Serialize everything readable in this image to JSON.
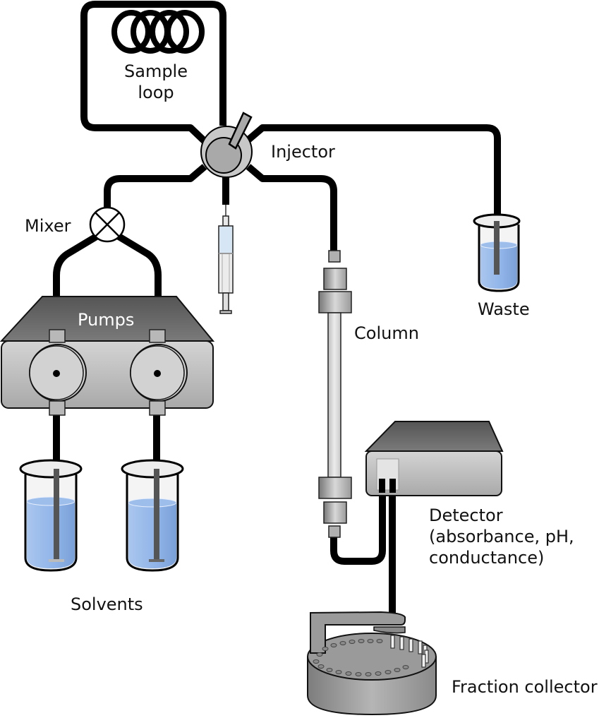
{
  "diagram": {
    "title": "Liquid chromatography system",
    "labels": {
      "sample_loop": [
        "Sample",
        "loop"
      ],
      "injector": "Injector",
      "mixer": "Mixer",
      "pumps": "Pumps",
      "waste": "Waste",
      "column": "Column",
      "detector": [
        "Detector",
        "(absorbance, pH,",
        "conductance)"
      ],
      "solvents": "Solvents",
      "fraction_collector": "Fraction collector"
    },
    "colors": {
      "tubing": "#000000",
      "liquid": "#8fb3e8",
      "device_top": "#6f6f6f",
      "device_front": "#c4c4c4",
      "metal_light": "#d0d0d0",
      "syringe_liquid": "#d6e6f5"
    }
  }
}
